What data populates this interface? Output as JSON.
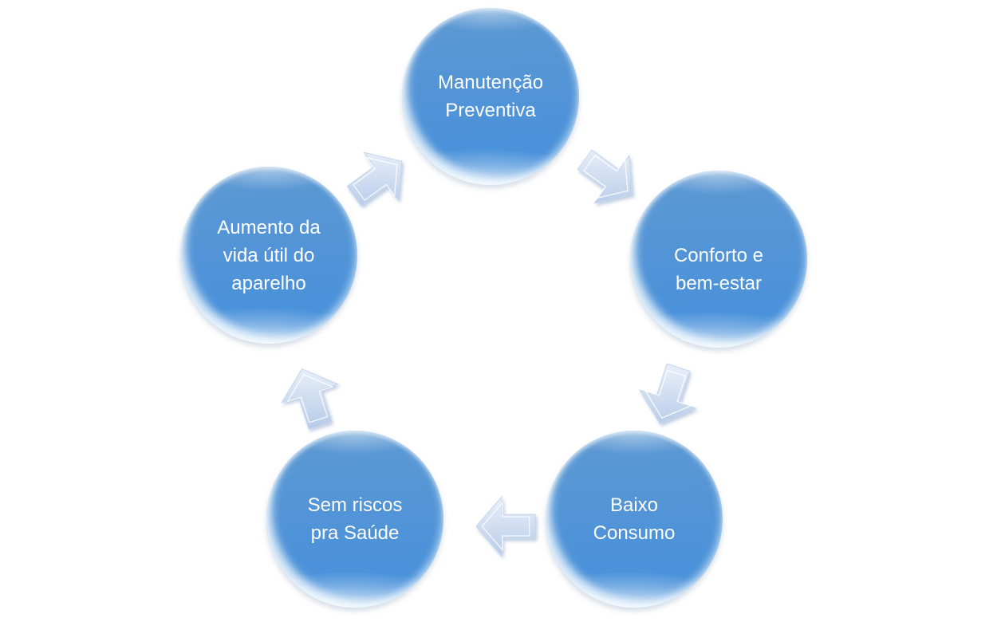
{
  "diagram": {
    "type": "cycle",
    "direction": "clockwise",
    "nodes": [
      {
        "id": "manutencao-preventiva",
        "position": "top",
        "label_lines": [
          "Manutenção",
          "Preventiva"
        ]
      },
      {
        "id": "conforto-e-bem-estar",
        "position": "right",
        "label_lines": [
          "Conforto e",
          "bem-estar"
        ]
      },
      {
        "id": "baixo-consumo",
        "position": "bottom-right",
        "label_lines": [
          "Baixo",
          "Consumo"
        ]
      },
      {
        "id": "sem-riscos-pra-saude",
        "position": "bottom-left",
        "label_lines": [
          "Sem riscos",
          "pra Saúde"
        ]
      },
      {
        "id": "aumento-da-vida-util",
        "position": "left",
        "label_lines": [
          "Aumento da",
          "vida útil do",
          "aparelho"
        ]
      }
    ],
    "arrows": [
      {
        "from": "aumento-da-vida-util",
        "to": "manutencao-preventiva",
        "direction": "up-right"
      },
      {
        "from": "manutencao-preventiva",
        "to": "conforto-e-bem-estar",
        "direction": "down-right"
      },
      {
        "from": "conforto-e-bem-estar",
        "to": "baixo-consumo",
        "direction": "down"
      },
      {
        "from": "baixo-consumo",
        "to": "sem-riscos-pra-saude",
        "direction": "left"
      },
      {
        "from": "sem-riscos-pra-saude",
        "to": "aumento-da-vida-util",
        "direction": "up"
      }
    ],
    "colors": {
      "background": "#ffffff",
      "node_fill_top": "#5d99d3",
      "node_fill_bottom": "#4590dc",
      "node_text": "#ffffff",
      "arrow_fill_light": "#e9eff9",
      "arrow_fill_dark": "#b7cce9",
      "arrow_outline": "#c6d6ec"
    }
  }
}
